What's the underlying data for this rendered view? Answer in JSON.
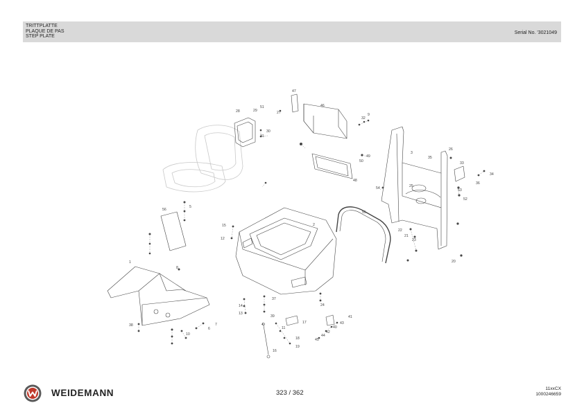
{
  "header": {
    "title_lines": [
      "TRITTPLATTE",
      "PLAQUE DE PAS",
      "STEP PLATE"
    ],
    "serial": "Serial No. '3021049"
  },
  "callouts": [
    "1",
    "2",
    "3",
    "4",
    "5",
    "6",
    "7",
    "8",
    "9",
    "10",
    "11",
    "12",
    "13",
    "14",
    "15",
    "16",
    "17",
    "18",
    "19",
    "20",
    "21",
    "22",
    "23",
    "24",
    "25",
    "26",
    "27",
    "28",
    "29",
    "30",
    "31",
    "32",
    "33",
    "34",
    "35",
    "36",
    "37",
    "38",
    "39",
    "40",
    "41",
    "42",
    "43",
    "44",
    "45",
    "46",
    "47",
    "48",
    "49",
    "50",
    "51",
    "52",
    "53",
    "54",
    "55",
    "56"
  ],
  "footer": {
    "brand": "WEIDEMANN",
    "page": "323 / 362",
    "model": "11xxCX",
    "doc_number": "1000246659"
  }
}
